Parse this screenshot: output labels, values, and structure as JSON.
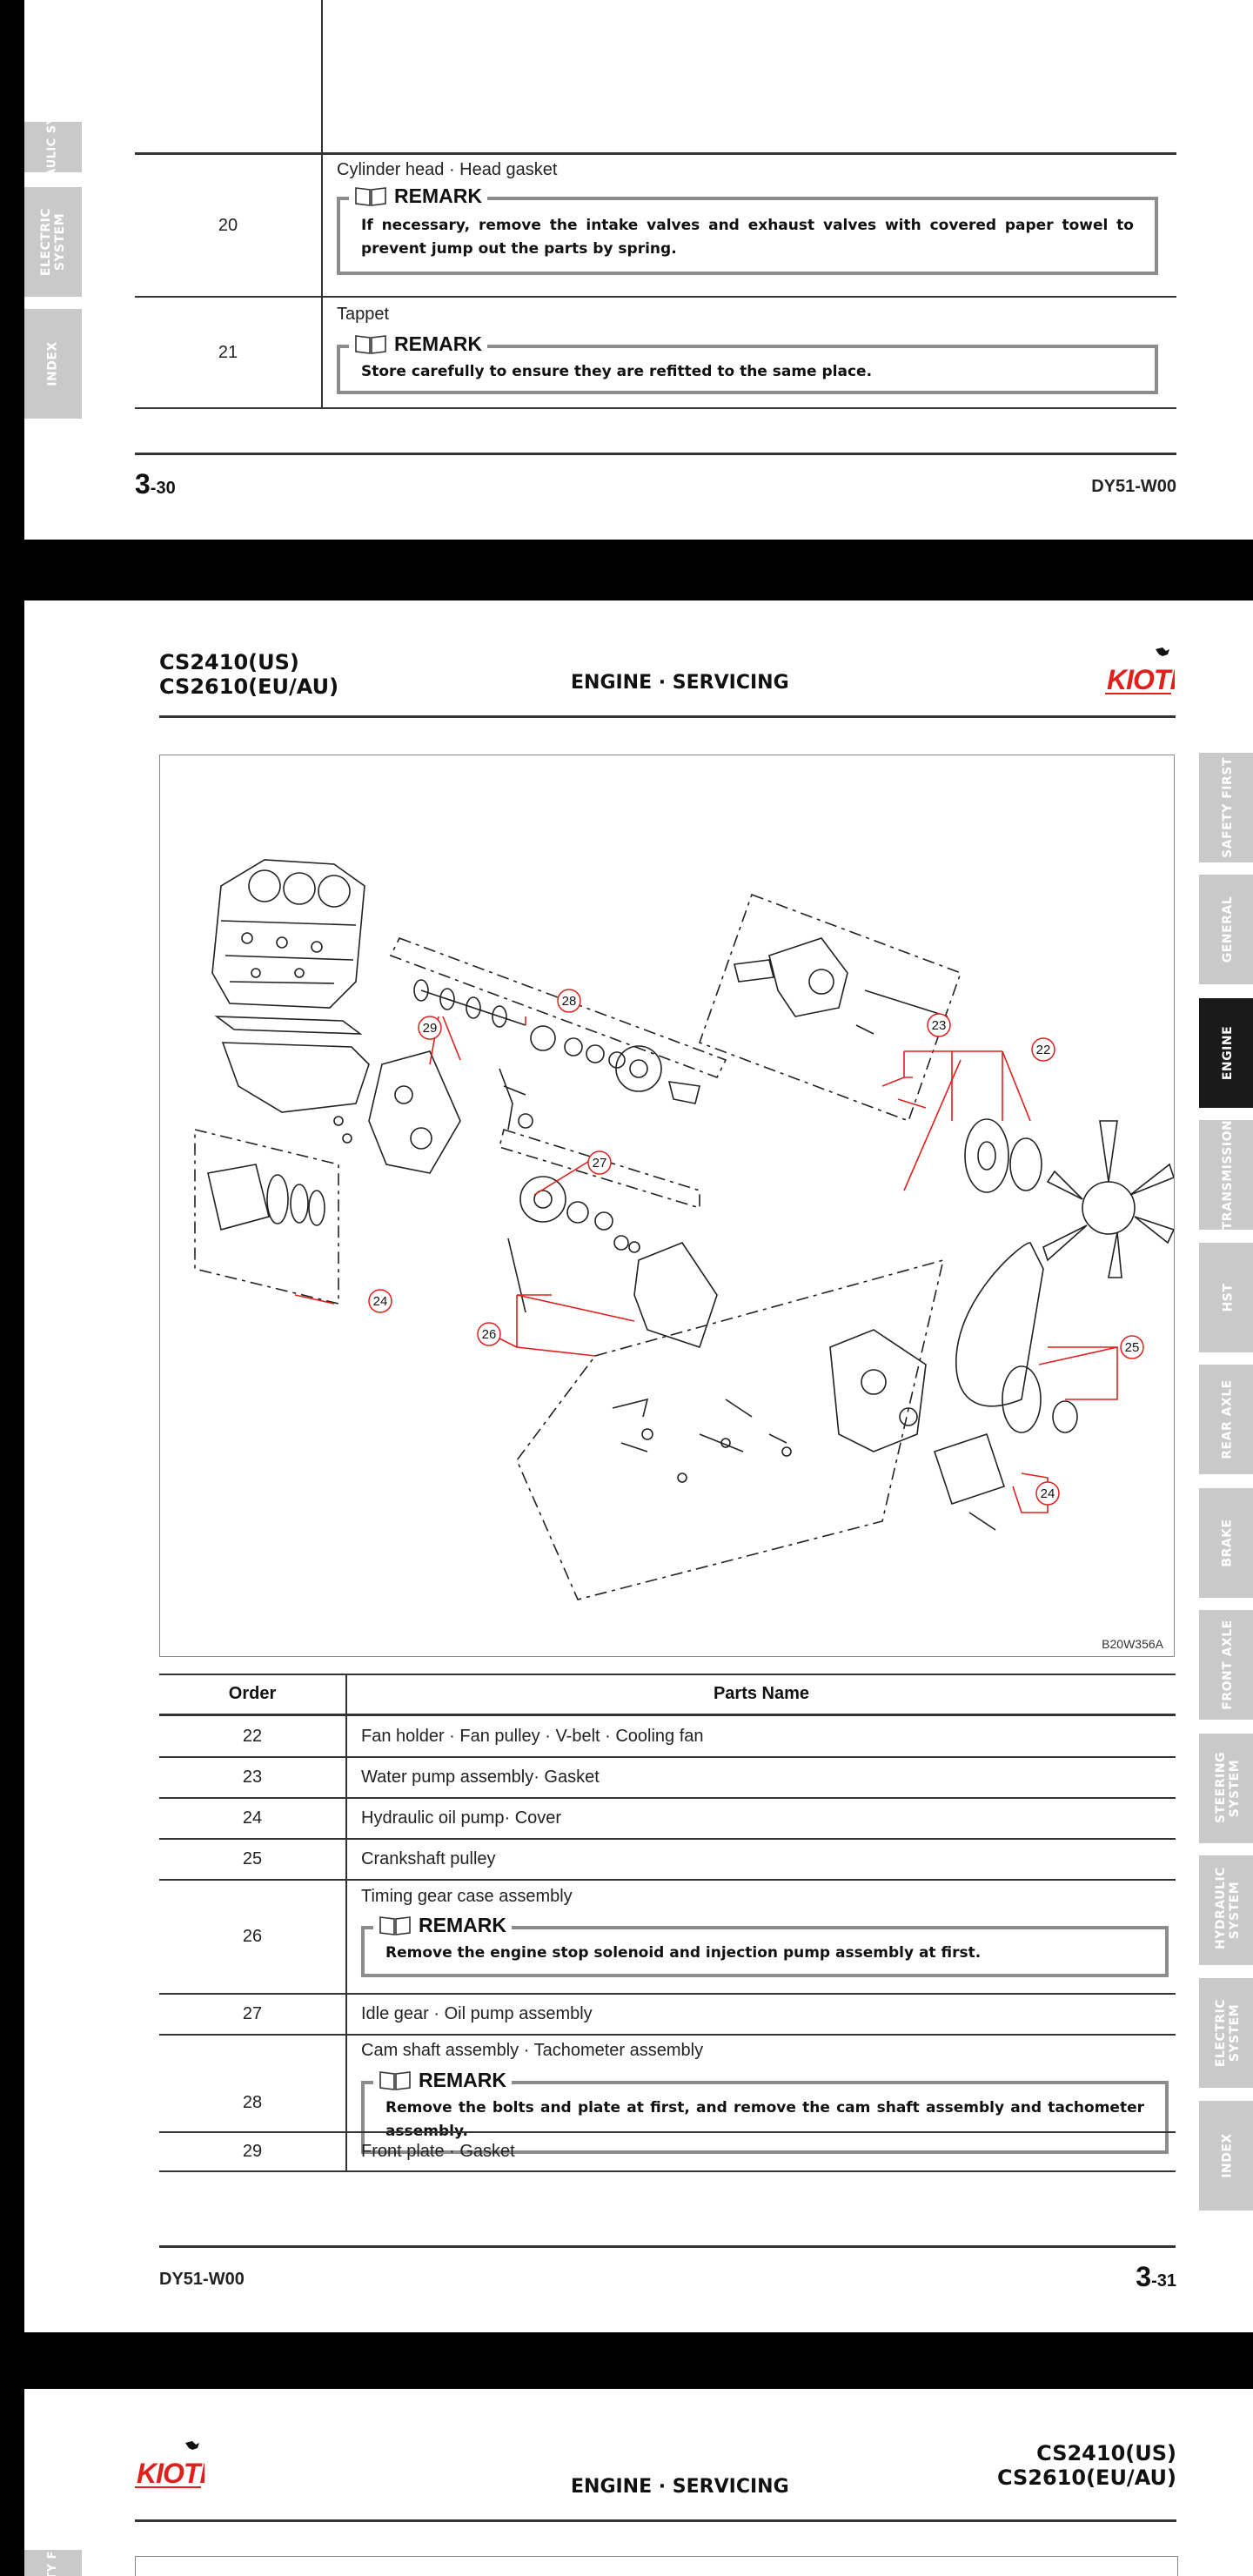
{
  "side_tabs": [
    {
      "id": "safety",
      "label": "SAFETY FIRST"
    },
    {
      "id": "general",
      "label": "GENERAL"
    },
    {
      "id": "engine",
      "label": "ENGINE"
    },
    {
      "id": "transmission",
      "label": "TRANSMISSION"
    },
    {
      "id": "hst",
      "label": "HST"
    },
    {
      "id": "rear_axle",
      "label": "REAR AXLE"
    },
    {
      "id": "brake",
      "label": "BRAKE"
    },
    {
      "id": "front_axle",
      "label": "FRONT AXLE"
    },
    {
      "id": "steering",
      "label": "STEERING SYSTEM"
    },
    {
      "id": "hydraulic",
      "label": "HYDRAULIC SYSTEM"
    },
    {
      "id": "electric",
      "label": "ELECTRIC SYSTEM"
    },
    {
      "id": "index",
      "label": "INDEX"
    }
  ],
  "page30": {
    "rows": [
      {
        "order": "20",
        "name": "Cylinder head · Head gasket",
        "remark": "If necessary, remove the intake valves and exhaust valves with covered paper towel to prevent jump out the parts by spring."
      },
      {
        "order": "21",
        "name": "Tappet",
        "remark": "Store carefully to ensure they are refitted to the same place."
      }
    ],
    "page_major": "3",
    "page_minor": "-30",
    "doc_id": "DY51-W00"
  },
  "remark_label": "REMARK",
  "header": {
    "model_line1": "CS2410(US)",
    "model_line2": "CS2610(EU/AU)",
    "section": "ENGINE · SERVICING",
    "logo": "KIOTI"
  },
  "figure": {
    "code": "B20W356A",
    "callouts": [
      "22",
      "23",
      "24",
      "25",
      "26",
      "27",
      "28",
      "29"
    ]
  },
  "parts_table": {
    "col_order": "Order",
    "col_name": "Parts Name",
    "rows": [
      {
        "order": "22",
        "name": "Fan holder · Fan pulley · V-belt · Cooling fan"
      },
      {
        "order": "23",
        "name": "Water pump assembly· Gasket"
      },
      {
        "order": "24",
        "name": "Hydraulic oil pump· Cover"
      },
      {
        "order": "25",
        "name": "Crankshaft pulley"
      },
      {
        "order": "26",
        "name": "Timing gear case assembly",
        "remark": "Remove the engine stop solenoid and injection pump assembly at first."
      },
      {
        "order": "27",
        "name": "Idle gear · Oil pump assembly"
      },
      {
        "order": "28",
        "name": "Cam shaft assembly · Tachometer assembly",
        "remark": "Remove the bolts and plate at first, and remove the cam shaft assembly and tachometer assembly."
      },
      {
        "order": "29",
        "name": "Front plate · Gasket"
      }
    ]
  },
  "page31": {
    "doc_id": "DY51-W00",
    "page_major": "3",
    "page_minor": "-31"
  },
  "colors": {
    "tab_inactive": "#c9c9c9",
    "tab_active": "#1a1a1a",
    "logo_red": "#e0201c",
    "callout_red": "#e0201c",
    "remark_border": "#8c8c8c"
  }
}
